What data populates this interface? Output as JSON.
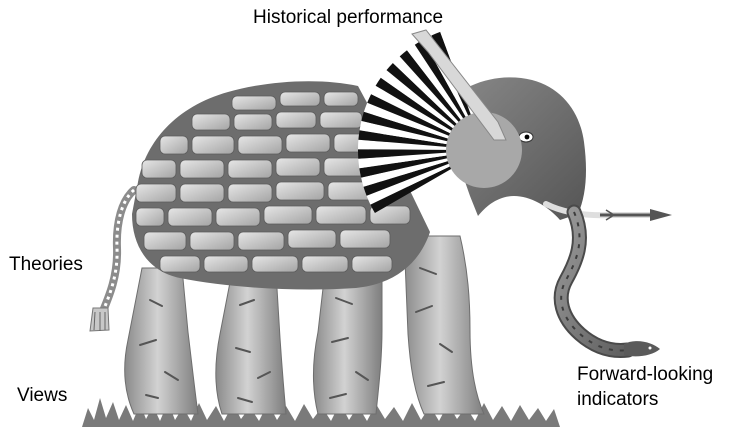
{
  "labels": {
    "historical": "Historical performance",
    "theories": "Theories",
    "views": "Views",
    "forward_line1": "Forward-looking",
    "forward_line2": "indicators"
  },
  "parts": {
    "wall_body": "brick-wall",
    "fan_ear": "fan",
    "rope_tail": "rope",
    "tree_legs": "tree-trunks",
    "snake_trunk": "snake",
    "spear_tusk": "spear"
  },
  "colors": {
    "background": "#ffffff",
    "text": "#000000",
    "mortar": "#6d6d6d",
    "grass": "#7a7a7a",
    "head": "#707070"
  }
}
